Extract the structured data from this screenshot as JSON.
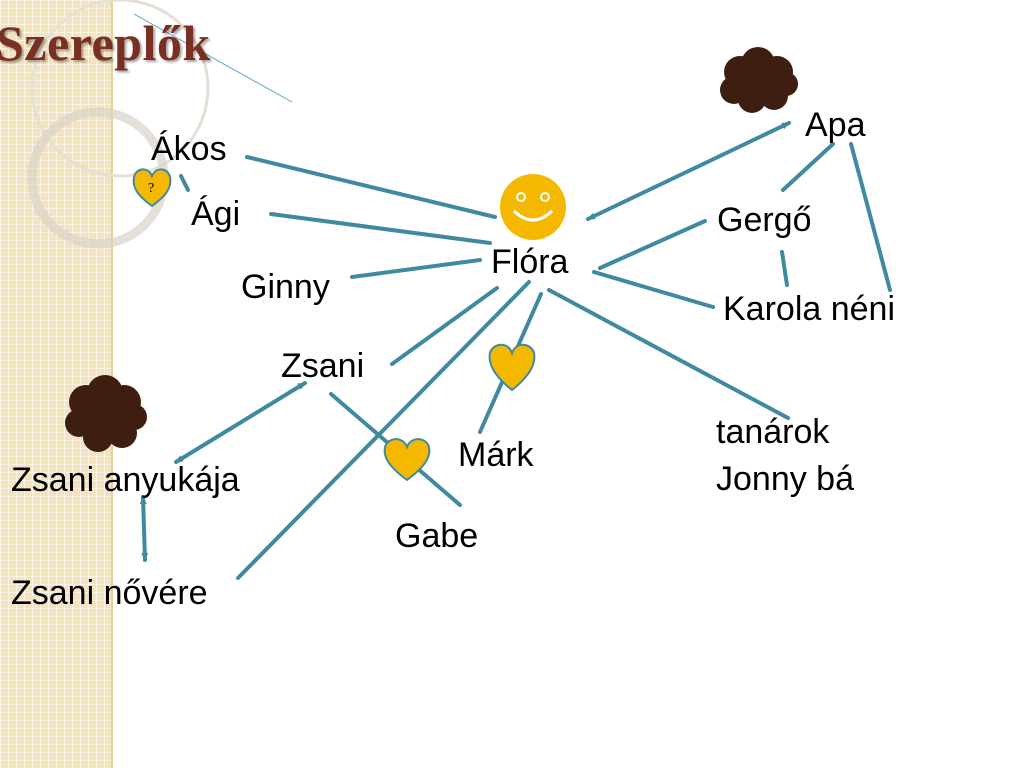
{
  "slide": {
    "title": "Szereplők"
  },
  "nodes": {
    "akos": "Ákos",
    "agi": "Ági",
    "ginny": "Ginny",
    "flora": "Flóra",
    "apa": "Apa",
    "gergo": "Gergő",
    "karola": "Karola néni",
    "zsani": "Zsani",
    "mark": "Márk",
    "tanarok": "tanárok",
    "jonny": "Jonny bá",
    "zsani_anyukaja": "Zsani anyukája",
    "gabe": "Gabe",
    "zsani_novere": "Zsani nővére"
  },
  "heart_mark": "?",
  "colors": {
    "title": "#7a2f23",
    "connector": "#3f8aa0",
    "heart": "#f5b800",
    "smiley": "#f5b800",
    "cloud": "#3d1e10",
    "strip": "#f3e3bf"
  },
  "icons": [
    "smiley-icon",
    "heart-icon",
    "storm-cloud-icon"
  ]
}
